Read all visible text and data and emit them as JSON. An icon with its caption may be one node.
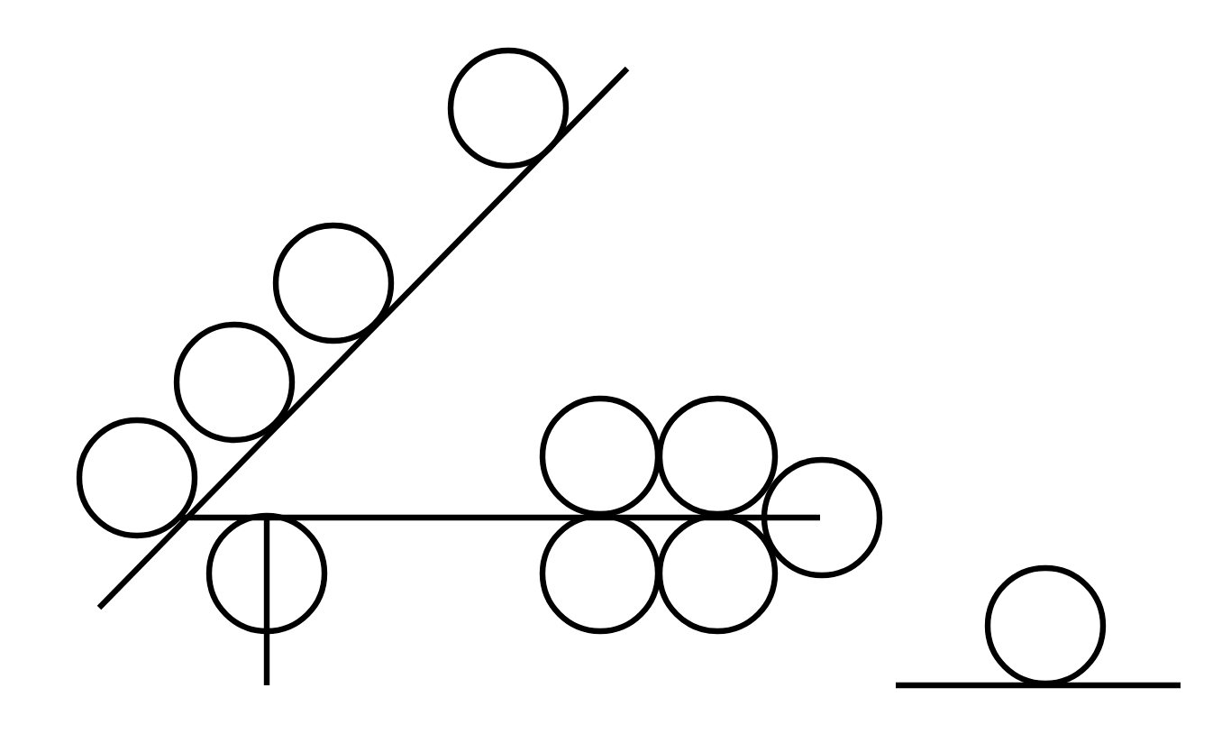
{
  "diagram": {
    "nodes": [
      {
        "text": [],
        "shape": "circle"
      },
      {
        "text": [],
        "shape": "circle"
      },
      {
        "text": [],
        "shape": "circle"
      },
      {
        "text": [],
        "shape": "circle"
      },
      {
        "text": [],
        "shape": "circle"
      },
      {
        "text": [],
        "shape": "circle"
      },
      {
        "text": [],
        "shape": "circle"
      },
      {
        "text": [],
        "shape": "circle"
      },
      {
        "text": [],
        "shape": "circle"
      },
      {
        "text": [],
        "shape": "circle"
      },
      {
        "text": [],
        "shape": "circle"
      }
    ]
  }
}
